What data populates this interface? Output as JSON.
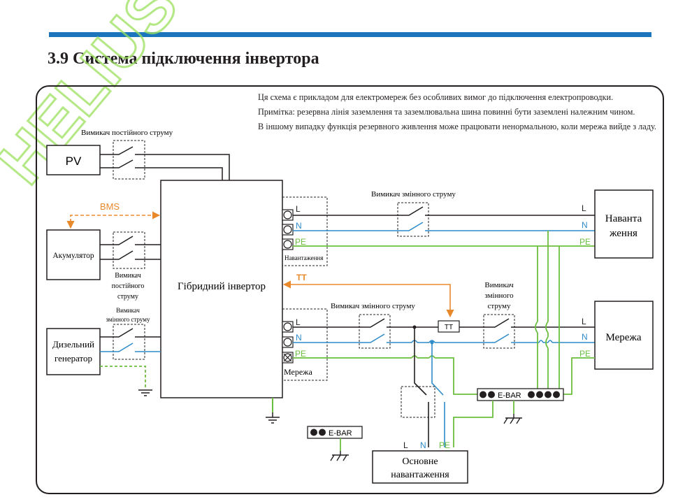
{
  "section_title": "3.9 Система підключення інвертора",
  "watermark": "HELIUS",
  "colors": {
    "accent_bar": "#1b75bc",
    "line_black": "#231f20",
    "neutral_blue": "#2e8bc9",
    "pe_green": "#6bbf3f",
    "comm_orange": "#e8892b",
    "watermark": "#9be15d"
  },
  "notes": [
    "Ця схема є прикладом для електромереж без особливих вимог до підключення електропроводки.",
    "Примітка: резервна лінія заземлення та заземлювальна шина повинні бути заземлені належним чином.",
    "В іншому випадку функція резервного живлення може працювати ненормальною, коли мережа вийде з ладу."
  ],
  "components": {
    "pv": "PV",
    "battery": "Акумулятор",
    "diesel_generator": "Дизельний генератор",
    "hybrid_inverter": "Гібридний інвертор",
    "load": "Наванта ження",
    "grid": "Мережа",
    "main_load": "Основне навантаження"
  },
  "breakers": {
    "dc_pv": "Вимикач постійного струму",
    "dc_battery": "Вимикач постійного струму",
    "ac_generator": "Вимикач змінного струму",
    "ac_load": "Вимикач змінного струму",
    "ac_grid_inner": "Вимикач змінного струму",
    "ac_grid_outer": "Вимикач змінного струму"
  },
  "ports": {
    "load_group": "Навантаження",
    "grid_group": "Мережа",
    "L": "L",
    "N": "N",
    "PE": "PE"
  },
  "signals": {
    "bms": "BMS",
    "tt": "TT",
    "ct_box": "TT"
  },
  "ebar": "E-BAR"
}
